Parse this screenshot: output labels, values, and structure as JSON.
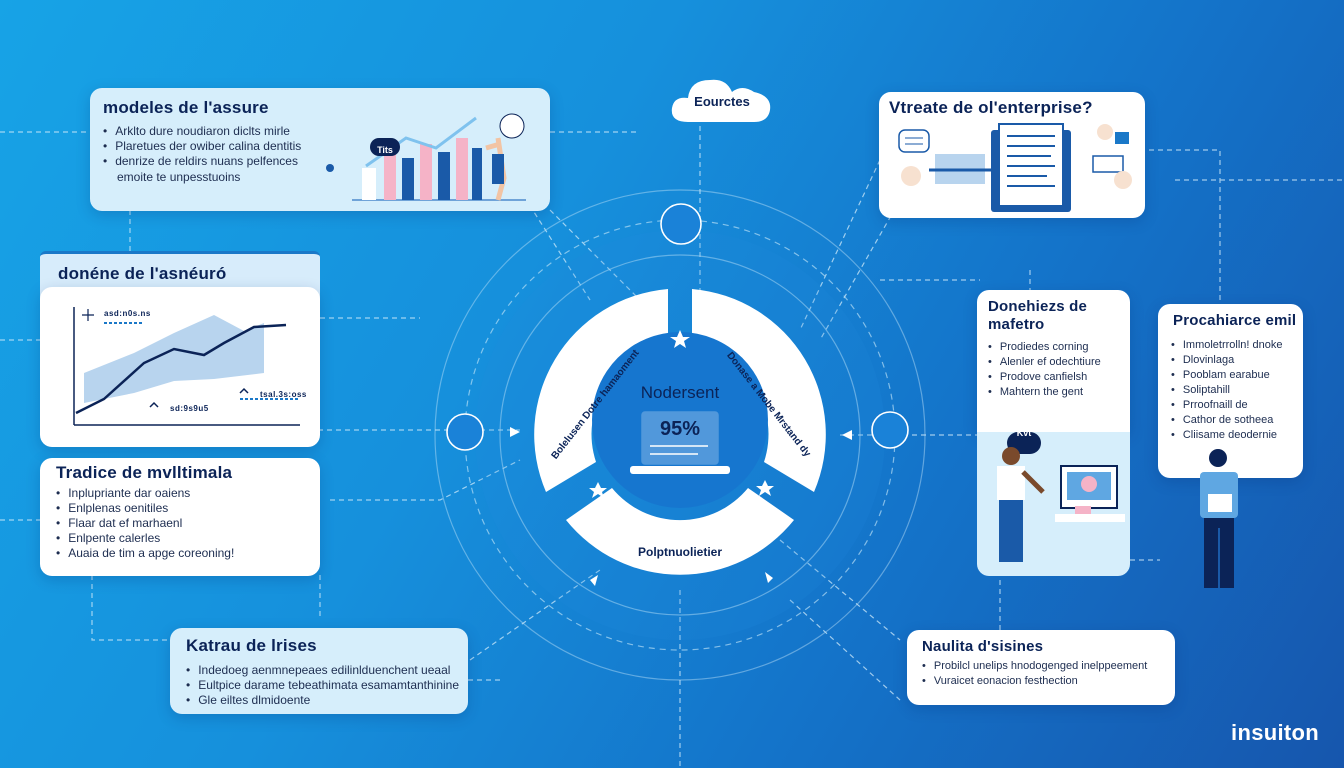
{
  "brand": "insuiton",
  "cloud": {
    "label": "Eourctes"
  },
  "center": {
    "title": "Nodersent",
    "value": "95%",
    "arc_left": "Bolelusen Dotre hamaoment",
    "arc_right": "Donase a Mobe Mrstand dy",
    "arc_bottom": "Polptnuolietier"
  },
  "cards": {
    "modeles": {
      "title": "modeles de l'assure",
      "items": [
        "Arklto dure noudiaron diclts mirle",
        "Plaretues der owiber calina dentitis",
        "denrize de reldirs nuans pelfences"
      ],
      "extra": "emoite te unpesstuoins",
      "bubble": "Tits"
    },
    "donnee": {
      "title": "donéne de l'asnéuró",
      "chart_labels": [
        "asd:n0s.ns",
        "sd:9s9u5",
        "tsal.3s:oss"
      ]
    },
    "tradice": {
      "title": "Tradice de mvlltimala",
      "items": [
        "Inplupriante dar oaiens",
        "Enlplenas oenitiles",
        "Flaar dat ef marhaenl",
        "Enlpente calerles",
        "Auaia de tim a apge coreoning!"
      ]
    },
    "kataru": {
      "title": "Katrau de lrises",
      "items": [
        "Indedoeg aenmnepeaes edilinlduenchent ueaal",
        "Eultpice darame tebeathimata esamamtanthinine",
        "Gle eiltes dlmidoente"
      ]
    },
    "vitreate": {
      "title": "Vtreate de ol'enterprise?"
    },
    "donehiezs": {
      "title_line1": "Donehiezs de",
      "title_line2": "mafetro",
      "items": [
        "Prodiedes corning",
        "Alenler ef odechtiure",
        "Prodove canfielsh",
        "Mahtern the gent"
      ],
      "bubble": "Kvt"
    },
    "procahiarce": {
      "title": "Procahiarce emil",
      "items": [
        "Immoletrrolln! dnoke",
        "Dlovinlaga",
        "Pooblam earabue",
        "Soliptahill",
        "Prroofnaill de",
        "Cathor de sotheea",
        "Cliisame deodernie"
      ]
    },
    "naulita": {
      "title": "Naulita d'sisines",
      "items": [
        "Probilcl unelips hnodogenged inelppeement",
        "Vuraicet eonacion festhection"
      ]
    }
  },
  "colors": {
    "navy": "#0b2357",
    "accent": "#1a78c8",
    "light": "#d6eefb",
    "pink": "#f5b3c7"
  }
}
